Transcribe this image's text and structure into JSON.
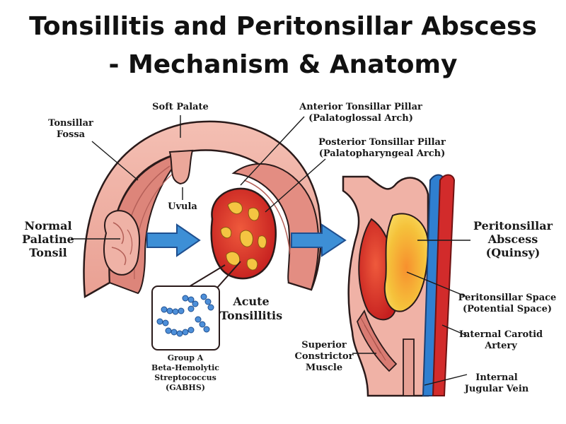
{
  "title": {
    "line1": "Tonsillitis and Peritonsillar Abscess",
    "line2": "- Mechanism & Anatomy"
  },
  "labels": {
    "soft_palate": "Soft Palate",
    "tonsillar_fossa": [
      "Tonsillar",
      "Fossa"
    ],
    "anterior_pillar": [
      "Anterior Tonsillar Pillar",
      "(Palatoglossal Arch)"
    ],
    "posterior_pillar": [
      "Posterior Tonsillar Pillar",
      "(Palatopharyngeal Arch)"
    ],
    "uvula": "Uvula",
    "normal_tonsil": [
      "Normal",
      "Palatine",
      "Tonsil"
    ],
    "acute_tonsillitis": [
      "Acute",
      "Tonsillitis"
    ],
    "gabhs": [
      "Group A",
      "Beta-Hemolytic",
      "Streptococcus",
      "(GABHS)"
    ],
    "peritonsillar_abscess": [
      "Peritonsillar",
      "Abscess",
      "(Quinsy)"
    ],
    "peritonsillar_space": [
      "Peritonsillar Space",
      "(Potential Space)"
    ],
    "internal_carotid": [
      "Internal Carotid",
      "Artery"
    ],
    "superior_constrictor": [
      "Superior",
      "Constrictor",
      "Muscle"
    ],
    "internal_jugular": [
      "Internal",
      "Jugular Vein"
    ]
  },
  "colors": {
    "outline": "#2a1a1a",
    "tissue_light": "#f2b3a8",
    "tissue_mid": "#e58f84",
    "tissue_dark": "#c86a62",
    "inflamed": "#d9342b",
    "pus": "#f4c542",
    "arrow": "#3d8fd6",
    "artery": "#d22b2b",
    "vein": "#2f7fd0",
    "bacteria": "#4d8fd9"
  }
}
